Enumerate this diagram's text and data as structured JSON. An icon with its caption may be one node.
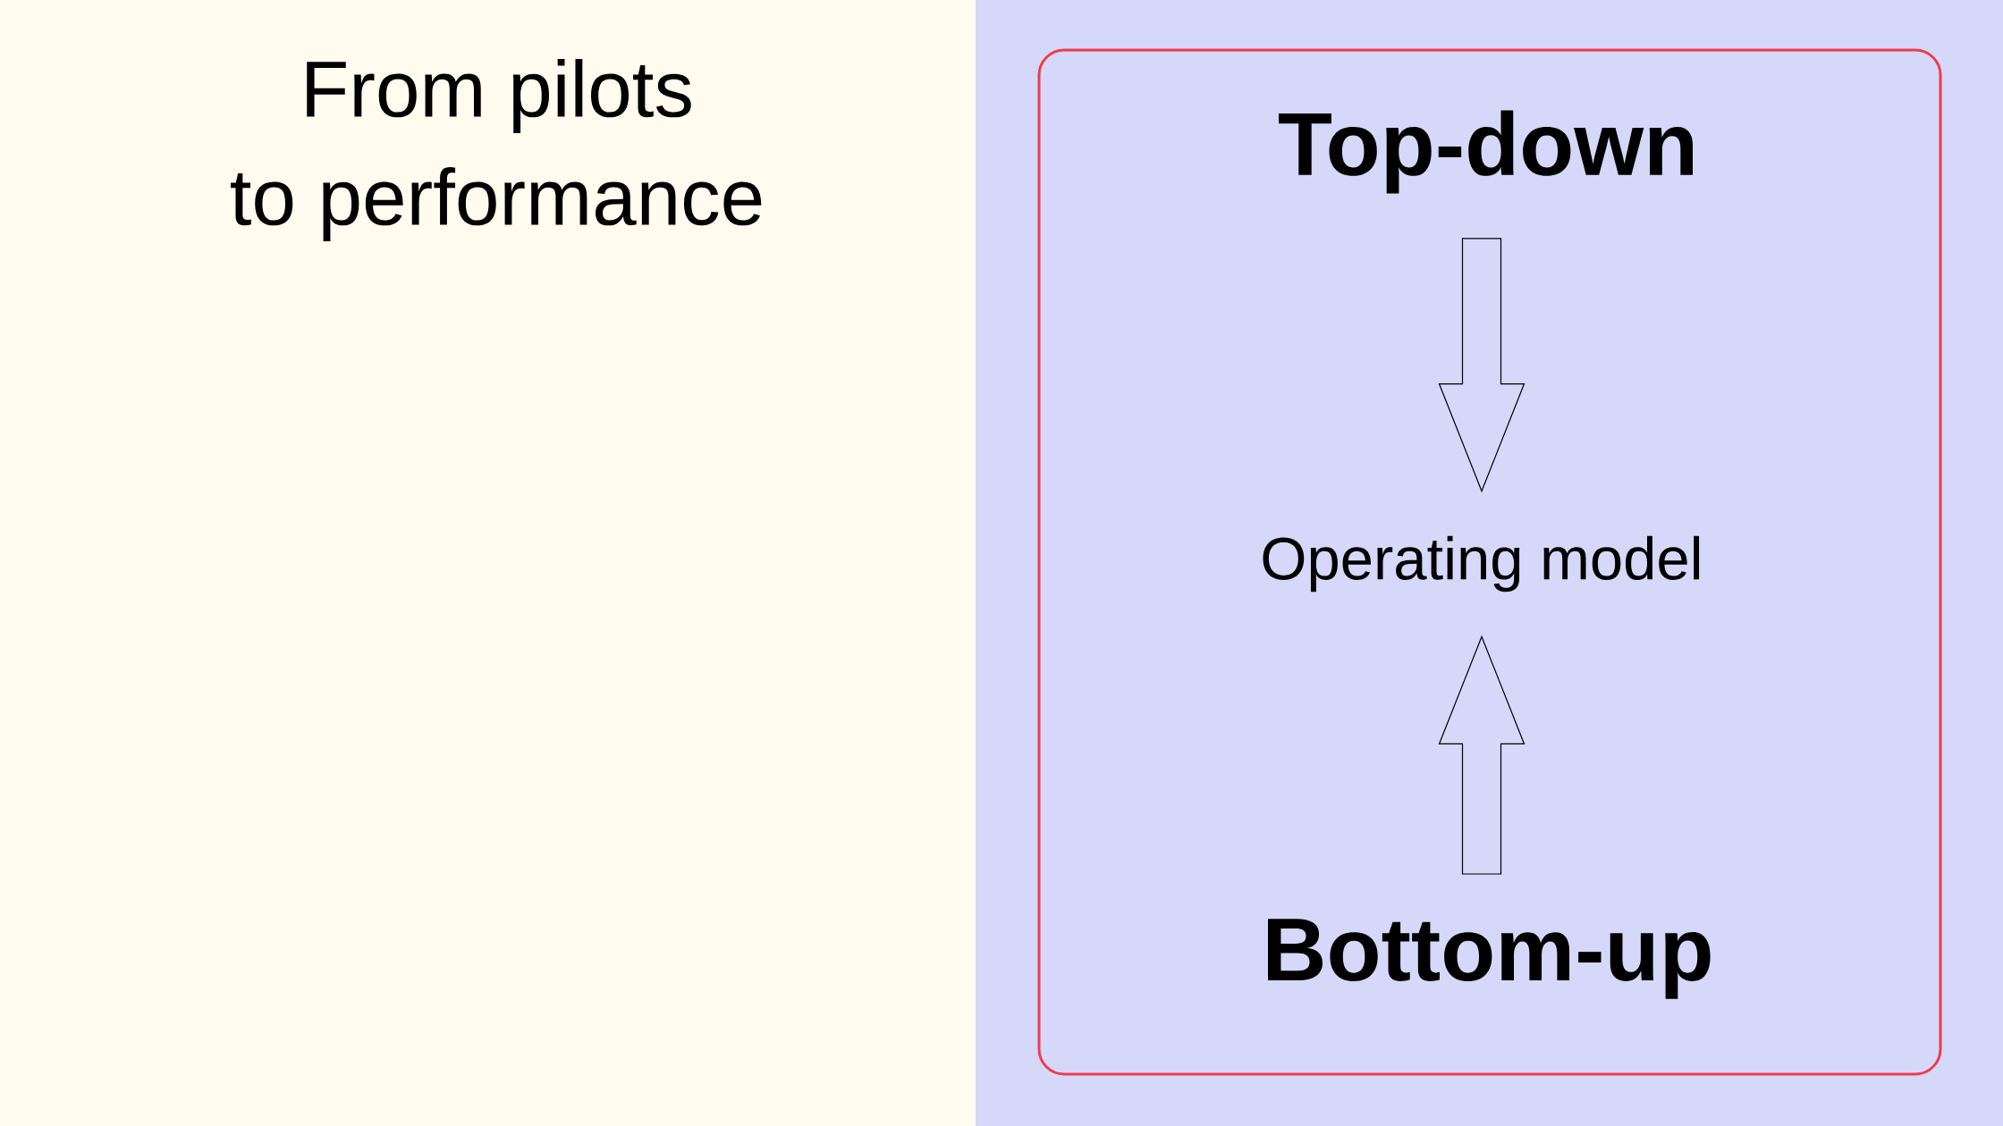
{
  "diagram": {
    "title": "From pilots to performance",
    "nodes": [
      {
        "text": [],
        "shape": "box"
      },
      {
        "text": [
          "Top-down"
        ],
        "in": 0
      },
      {
        "text": [
          "Operating model"
        ],
        "in": 0
      },
      {
        "text": [
          "Bottom-up"
        ],
        "in": 0
      }
    ],
    "edges": [
      {
        "from": 1,
        "to": 2,
        "arrow": "to"
      },
      {
        "from": 3,
        "to": 2,
        "arrow": "to"
      }
    ]
  }
}
